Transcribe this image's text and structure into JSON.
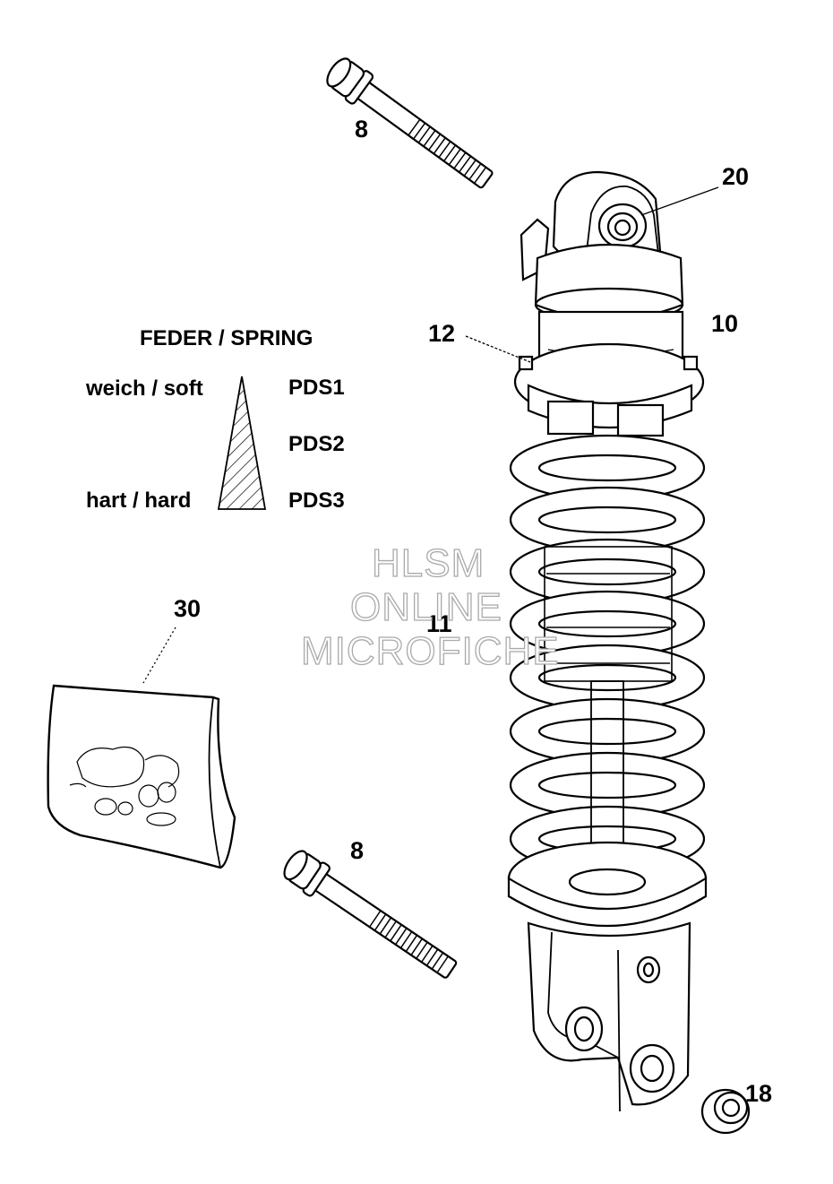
{
  "callouts": {
    "bolt_top": "8",
    "bolt_bottom": "8",
    "eye_bushing": "20",
    "shock_absorber": "10",
    "adjuster_ring": "12",
    "spring": "11",
    "sticker": "30",
    "nut": "18"
  },
  "legend": {
    "title": "FEDER / SPRING",
    "soft_label": "weich / soft",
    "hard_label": "hart / hard",
    "grades": [
      "PDS1",
      "PDS2",
      "PDS3"
    ]
  },
  "watermark": {
    "line1": "HLSM",
    "line2": "ONLINE",
    "line3": "MICROFICHE"
  }
}
